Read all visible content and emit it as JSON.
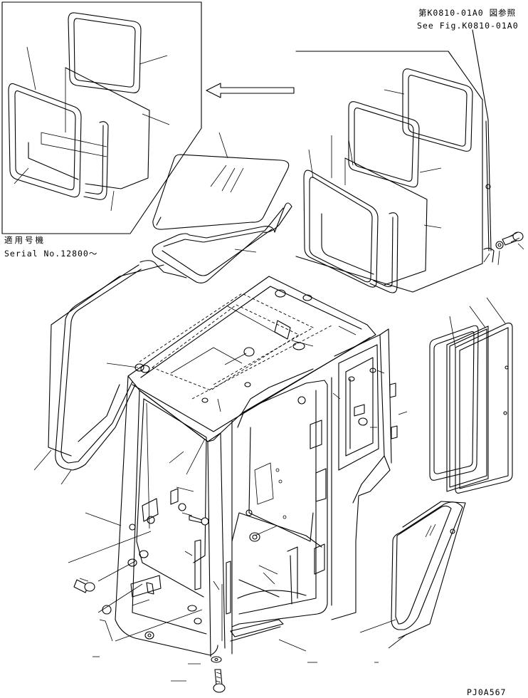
{
  "labels": {
    "reference_jp": "第K0810-01A0 図参照",
    "reference_en": "See Fig.K0810-01A0",
    "serial_jp": "適用号機",
    "serial_en": "Serial No.12800～",
    "page_code": "PJ0A567"
  },
  "icons": [
    "arrow-left-icon",
    "bolt-icon",
    "washer-icon",
    "nut-icon"
  ]
}
